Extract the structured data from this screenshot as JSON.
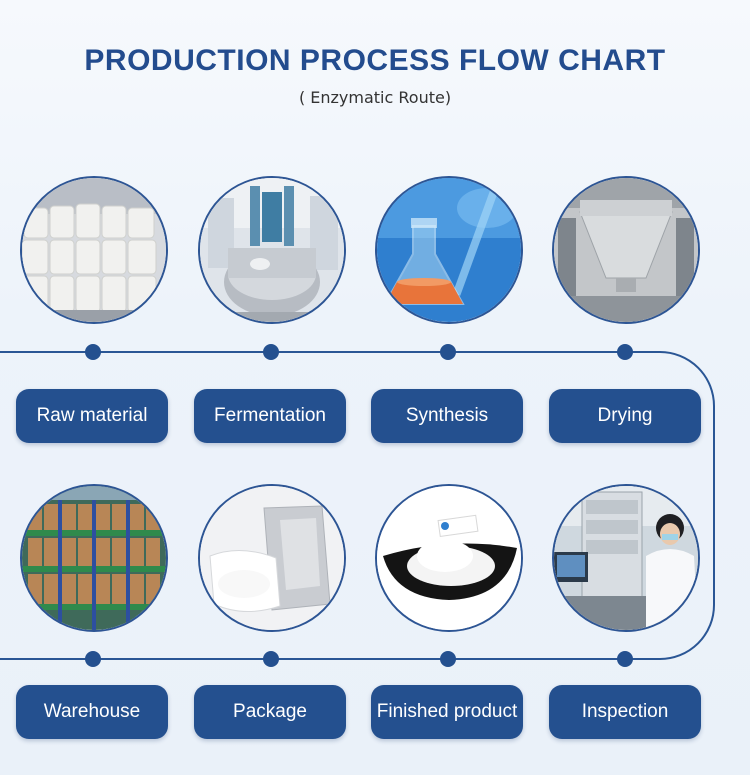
{
  "header": {
    "title": "PRODUCTION PROCESS FLOW CHART",
    "subtitle": "( Enzymatic Route)"
  },
  "steps_row1": [
    {
      "label": "Raw material",
      "icon": "raw-material-bags-photo"
    },
    {
      "label": "Fermentation",
      "icon": "fermentation-tanks-photo"
    },
    {
      "label": "Synthesis",
      "icon": "lab-flask-photo"
    },
    {
      "label": "Drying",
      "icon": "dryer-machine-photo"
    }
  ],
  "steps_row2": [
    {
      "label": "Warehouse",
      "icon": "warehouse-shelves-photo"
    },
    {
      "label": "Package",
      "icon": "foil-bag-package-photo"
    },
    {
      "label": "Finished product",
      "icon": "white-powder-photo"
    },
    {
      "label": "Inspection",
      "icon": "lab-inspection-photo"
    }
  ],
  "colors": {
    "accent": "#24508f",
    "title": "#234c8e"
  }
}
